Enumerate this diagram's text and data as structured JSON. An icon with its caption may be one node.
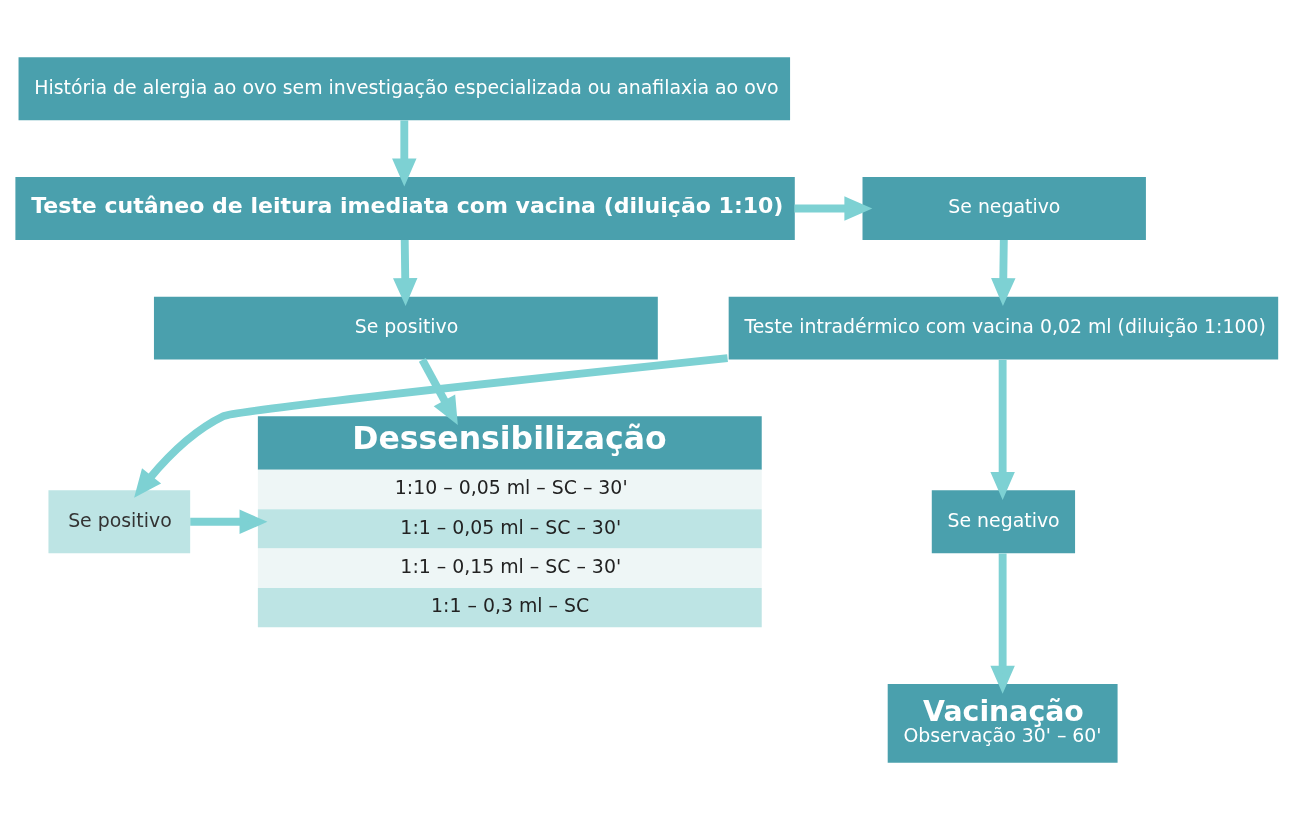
{
  "diagram": {
    "nodes": [
      {
        "text": [
          "História de alergia ao ovo sem investigação especializada ou anafilaxia ao ovo"
        ]
      },
      {
        "text": [
          "Teste cutâneo de leitura imediata com vacina (diluição 1:10)"
        ]
      },
      {
        "text": [
          "Se negativo"
        ]
      },
      {
        "text": [
          "Se positivo"
        ]
      },
      {
        "text": [
          "Teste intradérmico com vacina 0,02 ml (diluição 1:100)"
        ]
      },
      {
        "text": [
          "Dessensibilização",
          "1:10 – 0,05 ml – SC – 30'",
          "1:1 – 0,05 ml – SC – 30'",
          "1:1 – 0,15 ml – SC – 30'",
          "1:1 – 0,3 ml – SC"
        ]
      },
      {
        "text": [
          "Se positivo"
        ]
      },
      {
        "text": [
          "Se negativo"
        ]
      },
      {
        "text": [
          "Vacinação",
          "Observação 30' – 60'"
        ]
      }
    ],
    "edges": [
      {
        "from": 0,
        "to": 1,
        "arrow": "to"
      },
      {
        "from": 1,
        "to": 2,
        "arrow": "to"
      },
      {
        "from": 1,
        "to": 3,
        "arrow": "to"
      },
      {
        "from": 2,
        "to": 4,
        "arrow": "to"
      },
      {
        "from": 3,
        "to": 5,
        "arrow": "to"
      },
      {
        "from": 4,
        "to": 6,
        "arrow": "to"
      },
      {
        "from": 4,
        "to": 7,
        "arrow": "to"
      },
      {
        "from": 6,
        "to": 5,
        "arrow": "to"
      },
      {
        "from": 7,
        "to": 8,
        "arrow": "to"
      }
    ]
  }
}
